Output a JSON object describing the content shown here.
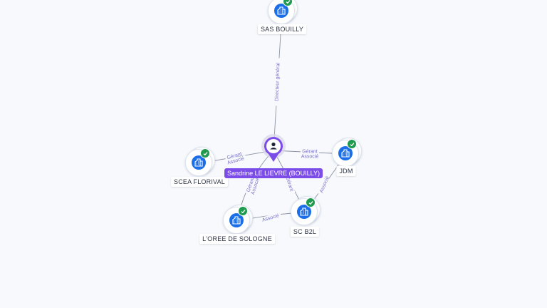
{
  "diagram": {
    "center": {
      "name": "Sandrine LE LIEVRE (BOUILLY)",
      "icon": "person-icon",
      "color": "#7c4ce8"
    },
    "companies": [
      {
        "key": "sas",
        "name": "SAS BOUILLY",
        "icon": "building-icon",
        "verified": true
      },
      {
        "key": "scea",
        "name": "SCEA FLORIVAL",
        "icon": "building-icon",
        "verified": true
      },
      {
        "key": "jdm",
        "name": "JDM",
        "icon": "building-icon",
        "verified": true
      },
      {
        "key": "b2l",
        "name": "SC B2L",
        "icon": "building-icon",
        "verified": true
      },
      {
        "key": "loree",
        "name": "L'OREE DE SOLOGNE",
        "icon": "building-icon",
        "verified": true
      }
    ],
    "relations": [
      {
        "from": "center",
        "to": "sas",
        "labels": [
          "Directeur général"
        ]
      },
      {
        "from": "center",
        "to": "scea",
        "labels": [
          "Gérant",
          "Associé"
        ]
      },
      {
        "from": "center",
        "to": "jdm",
        "labels": [
          "Gérant",
          "Associé"
        ]
      },
      {
        "from": "center",
        "to": "b2l",
        "labels": [
          "Gérant"
        ]
      },
      {
        "from": "center",
        "to": "loree",
        "labels": [
          "Gérant",
          "Associé"
        ]
      },
      {
        "from": "b2l",
        "to": "jdm",
        "labels": [
          "Associé"
        ]
      },
      {
        "from": "b2l",
        "to": "loree",
        "labels": [
          "Associé"
        ]
      }
    ],
    "colors": {
      "accent": "#7c4ce8",
      "company": "#1a6fe8",
      "verified": "#1f9a4f",
      "edge": "#7a73c9"
    }
  }
}
